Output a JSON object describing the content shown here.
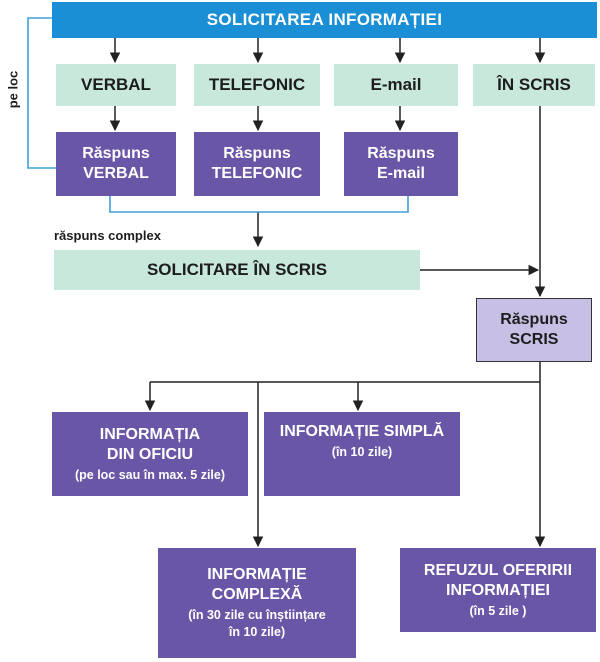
{
  "header": {
    "title": "SOLICITAREA INFORMAȚIEI"
  },
  "channels": [
    {
      "label": "VERBAL"
    },
    {
      "label": "TELEFONIC"
    },
    {
      "label": "E-mail"
    },
    {
      "label": "ÎN SCRIS"
    }
  ],
  "responses": [
    {
      "line1": "Răspuns",
      "line2": "VERBAL"
    },
    {
      "line1": "Răspuns",
      "line2": "TELEFONIC"
    },
    {
      "line1": "Răspuns",
      "line2": "E-mail"
    }
  ],
  "side_label": "pe loc",
  "complex_label": "răspuns complex",
  "written_request": "SOLICITARE ÎN SCRIS",
  "written_response": {
    "line1": "Răspuns",
    "line2": "SCRIS"
  },
  "outcomes": {
    "oficiu": {
      "line1": "INFORMAȚIA",
      "line2": "DIN OFICIU",
      "note": "(pe loc sau în max. 5 zile)"
    },
    "simpla": {
      "line1": "INFORMAȚIE SIMPLĂ",
      "note": "(în 10 zile)"
    },
    "complexa": {
      "line1": "INFORMAȚIE",
      "line2": "COMPLEXĂ",
      "note1": "(în 30 zile cu înștiințare",
      "note2": "în 10 zile)"
    },
    "refuz": {
      "line1": "REFUZUL OFERIRII",
      "line2": "INFORMAȚIEI",
      "note": "(în 5 zile )"
    }
  },
  "colors": {
    "header": "#1a8fd6",
    "channel": "#c9e8dc",
    "response": "#6a56a6",
    "written_response": "#c7bfe4",
    "connector_blue": "#3fa0d8",
    "connector_dark": "#222222"
  }
}
